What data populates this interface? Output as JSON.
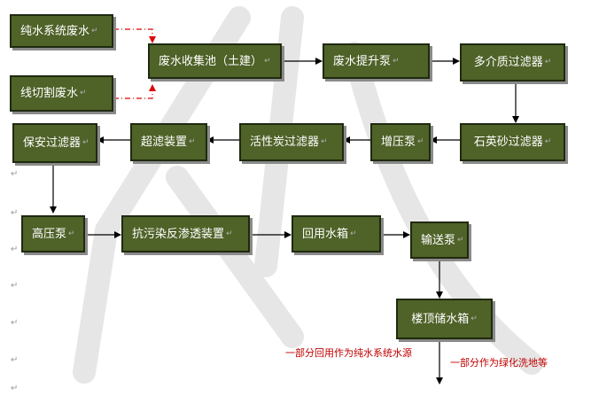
{
  "nodes": {
    "pure_water_waste": "纯水系统废水",
    "wire_cut_waste": "线切割废水",
    "collection_tank": "废水收集池（土建）",
    "lift_pump": "废水提升泵",
    "multimedia_filter": "多介质过滤器",
    "quartz_sand_filter": "石英砂过滤器",
    "booster_pump": "增压泵",
    "activated_carbon_filter": "活性炭过滤器",
    "ultrafiltration": "超滤装置",
    "safety_filter": "保安过滤器",
    "high_pressure_pump": "高压泵",
    "anti_fouling_ro": "抗污染反渗透装置",
    "reuse_tank": "回用水箱",
    "transfer_pump": "输送泵",
    "roof_tank": "楼顶储水箱"
  },
  "notes": {
    "reuse_note": "一部分回用作为纯水系统水源",
    "green_note": "一部分作为绿化洗地等"
  },
  "paragraph_mark": "↵",
  "colors": {
    "box_fill": "#4f6228",
    "box_text": "#ffffff",
    "note_text": "#c00000",
    "dashed_arrow": "#e00000",
    "arrow": "#000000"
  }
}
